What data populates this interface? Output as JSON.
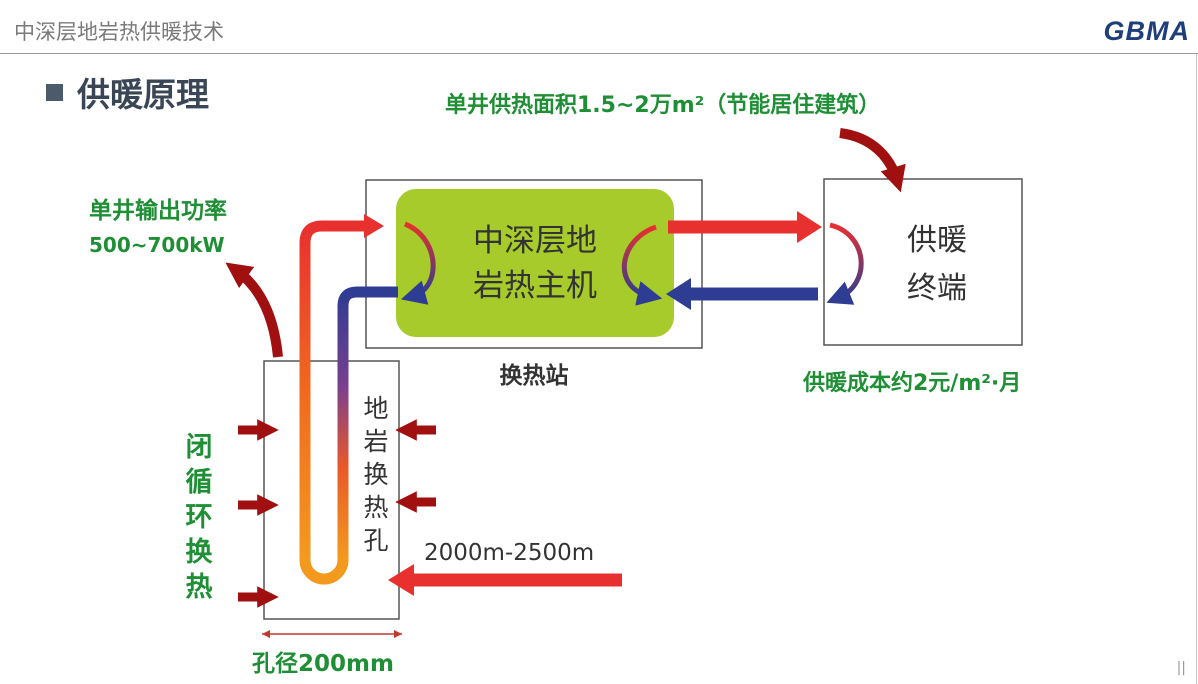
{
  "header": {
    "title": "中深层地岩热供暖技术",
    "logo": "GBMA"
  },
  "section": {
    "title": "供暖原理"
  },
  "diagram": {
    "heating_area": "单井供热面积1.5~2万m²（节能居住建筑）",
    "power_label": "单井输出功率",
    "power_value": "500~700kW",
    "host_machine_line1": "中深层地",
    "host_machine_line2": "岩热主机",
    "station_label": "换热站",
    "terminal_line1": "供暖",
    "terminal_line2": "终端",
    "heating_cost": "供暖成本约2元/m²·月",
    "borehole_label": [
      "地",
      "岩",
      "换",
      "热",
      "孔"
    ],
    "closed_loop_label": [
      "闭",
      "循",
      "环",
      "换",
      "热"
    ],
    "depth_label": "2000m-2500m",
    "diameter_label": "孔径200mm"
  },
  "page": {
    "marker": "||"
  },
  "colors": {
    "green_text": "#1f8f35",
    "hot_red": "#e8302f",
    "cold_blue": "#2e3c93",
    "dark_red": "#a01010",
    "host_green": "#a6cb2a",
    "box_border": "#555555"
  }
}
